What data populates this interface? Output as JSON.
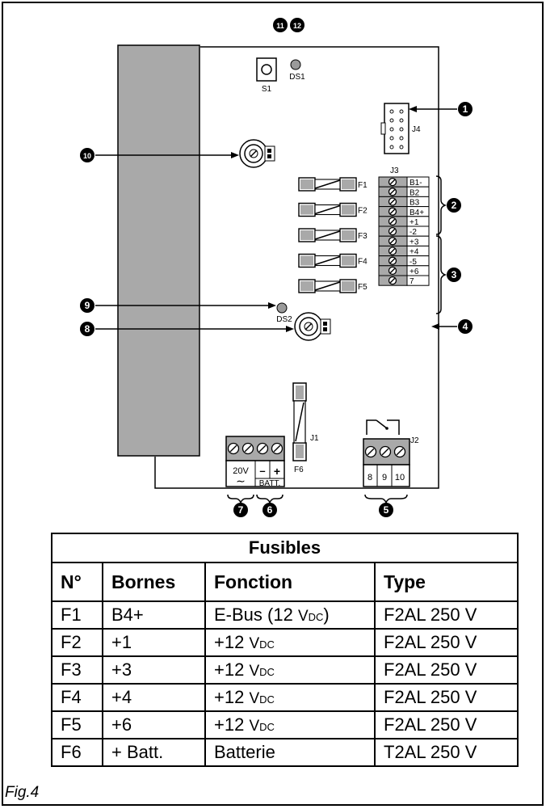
{
  "components": {
    "s1": "S1",
    "ds1": "DS1",
    "ds2": "DS2",
    "j1": "J1",
    "j2": "J2",
    "j3": "J3",
    "j4": "J4",
    "fuses": [
      "F1",
      "F2",
      "F3",
      "F4",
      "F5"
    ],
    "f6": "F6"
  },
  "callouts": [
    "1",
    "2",
    "3",
    "4",
    "5",
    "6",
    "7",
    "8",
    "9",
    "10",
    "11",
    "12"
  ],
  "terminals_j3": [
    "B1-",
    "B2",
    "B3",
    "B4+",
    "+1",
    "-2",
    "+3",
    "+4",
    "-5",
    "+6",
    "7"
  ],
  "terminals_j2": [
    "8",
    "9",
    "10"
  ],
  "power_block": {
    "voltage": "20V",
    "ac_symbol": "∼",
    "minus": "–",
    "plus": "+",
    "batt": "BATT."
  },
  "table": {
    "title": "Fusibles",
    "headers": [
      "N°",
      "Bornes",
      "Fonction",
      "Type"
    ],
    "rows": [
      {
        "n": "F1",
        "bornes": "B4+",
        "fonction": "E-Bus (12 ",
        "unit": "Vdc",
        "suffix": ")",
        "type": "F2AL 250 V"
      },
      {
        "n": "F2",
        "bornes": "+1",
        "fonction": "+12 ",
        "unit": "Vdc",
        "suffix": "",
        "type": "F2AL 250 V"
      },
      {
        "n": "F3",
        "bornes": "+3",
        "fonction": "+12 ",
        "unit": "Vdc",
        "suffix": "",
        "type": "F2AL 250 V"
      },
      {
        "n": "F4",
        "bornes": "+4",
        "fonction": "+12 ",
        "unit": "Vdc",
        "suffix": "",
        "type": "F2AL 250 V"
      },
      {
        "n": "F5",
        "bornes": "+6",
        "fonction": "+12 ",
        "unit": "Vdc",
        "suffix": "",
        "type": "F2AL 250 V"
      },
      {
        "n": "F6",
        "bornes": "+ Batt.",
        "fonction": "Batterie",
        "unit": "",
        "suffix": "",
        "type": "T2AL 250 V"
      }
    ]
  },
  "figure_label": "Fig.4"
}
